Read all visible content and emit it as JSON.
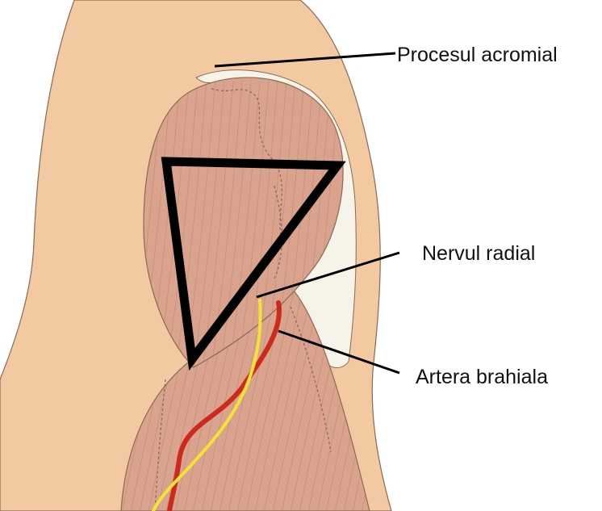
{
  "labels": {
    "acromial_process": "Procesul acromial",
    "radial_nerve": "Nervul radial",
    "brachial_artery": "Artera brahiala"
  },
  "colors": {
    "skin": "#f2c9a0",
    "muscle": "#d9a38d",
    "muscle_stripe": "#b07a66",
    "bone": "#f6f3e8",
    "outline": "#8a6a55",
    "artery": "#cc2a1c",
    "nerve": "#f2e436",
    "triangle": "#000000",
    "leader": "#000000"
  },
  "icons": {
    "arm": "upper-arm-posterior-view",
    "triangle": "landmark-triangle-marker"
  }
}
